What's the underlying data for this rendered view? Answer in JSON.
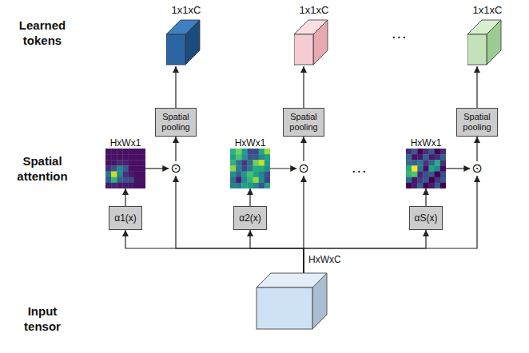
{
  "diagram": {
    "nodes": [
      {
        "text": [
          "1x1xC"
        ]
      },
      {
        "text": [
          "1x1xC"
        ]
      },
      {
        "text": [
          "1x1xC"
        ]
      },
      {
        "text": [
          "Spatial pooling"
        ]
      },
      {
        "text": [
          "Spatial pooling"
        ]
      },
      {
        "text": [
          "Spatial pooling"
        ]
      },
      {
        "text": [
          "HxWx1"
        ]
      },
      {
        "text": [
          "HxWx1"
        ]
      },
      {
        "text": [
          "HxWx1"
        ]
      },
      {
        "text": [
          "⊙"
        ]
      },
      {
        "text": [
          "⊙"
        ]
      },
      {
        "text": [
          "⊙"
        ]
      },
      {
        "text": [
          "α1(x)"
        ]
      },
      {
        "text": [
          "α2(x)"
        ]
      },
      {
        "text": [
          "αS(x)"
        ]
      },
      {
        "text": [
          "HxWxC"
        ]
      }
    ],
    "edges": [
      {
        "from": 15,
        "to": 12,
        "arrow": "to"
      },
      {
        "from": 15,
        "to": 13,
        "arrow": "to"
      },
      {
        "from": 15,
        "to": 14,
        "arrow": "to"
      },
      {
        "from": 15,
        "to": 9,
        "arrow": "to"
      },
      {
        "from": 15,
        "to": 10,
        "arrow": "to"
      },
      {
        "from": 15,
        "to": 11,
        "arrow": "to"
      },
      {
        "from": 12,
        "to": 6,
        "arrow": "to"
      },
      {
        "from": 13,
        "to": 7,
        "arrow": "to"
      },
      {
        "from": 14,
        "to": 8,
        "arrow": "to"
      },
      {
        "from": 6,
        "to": 9,
        "arrow": "to"
      },
      {
        "from": 7,
        "to": 10,
        "arrow": "to"
      },
      {
        "from": 8,
        "to": 11,
        "arrow": "to"
      },
      {
        "from": 9,
        "to": 3,
        "arrow": "to"
      },
      {
        "from": 10,
        "to": 4,
        "arrow": "to"
      },
      {
        "from": 11,
        "to": 5,
        "arrow": "to"
      },
      {
        "from": 3,
        "to": 0,
        "arrow": "to"
      },
      {
        "from": 4,
        "to": 1,
        "arrow": "to"
      },
      {
        "from": 5,
        "to": 2,
        "arrow": "to"
      }
    ],
    "labels": [
      "Learned tokens",
      "Spatial attention",
      "Input tensor",
      "...",
      "..."
    ]
  }
}
